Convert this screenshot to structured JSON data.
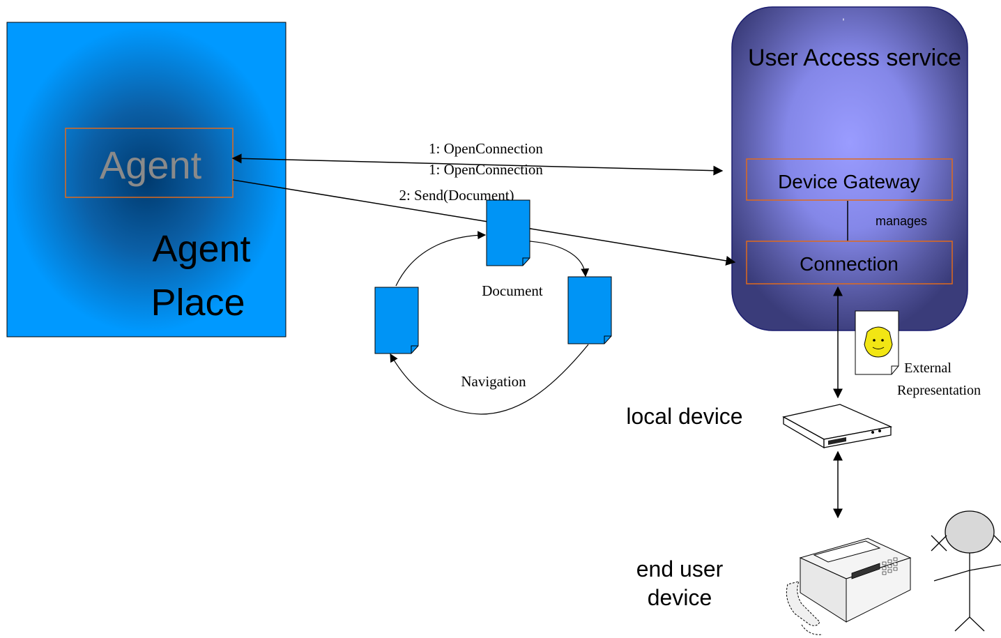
{
  "agent_place": {
    "agent_label": "Agent",
    "place_line1": "Agent",
    "place_line2": "Place"
  },
  "user_access": {
    "dot": "'",
    "title": "User Access service",
    "device_gateway": "Device Gateway",
    "connection": "Connection",
    "manages": "manages"
  },
  "messages": {
    "open_connection_1": "1: OpenConnection",
    "open_connection_2": "1: OpenConnection",
    "send_document": "2: Send(Document)"
  },
  "navigation": {
    "document_label": "Document",
    "navigation_label": "Navigation"
  },
  "external_representation": {
    "line1": "External",
    "line2": "Representation"
  },
  "devices": {
    "local_device": "local device",
    "end_user_line1": "end user",
    "end_user_line2": "device"
  },
  "colors": {
    "agent_place_fill": "#0099ff",
    "agent_place_dark": "#003a6e",
    "user_access_fill": "#8a8cf0",
    "user_access_dark": "#3a3c7a",
    "box_border": "#e06a1c",
    "document_fill": "#0094f5",
    "smiley": "#f2e614"
  }
}
